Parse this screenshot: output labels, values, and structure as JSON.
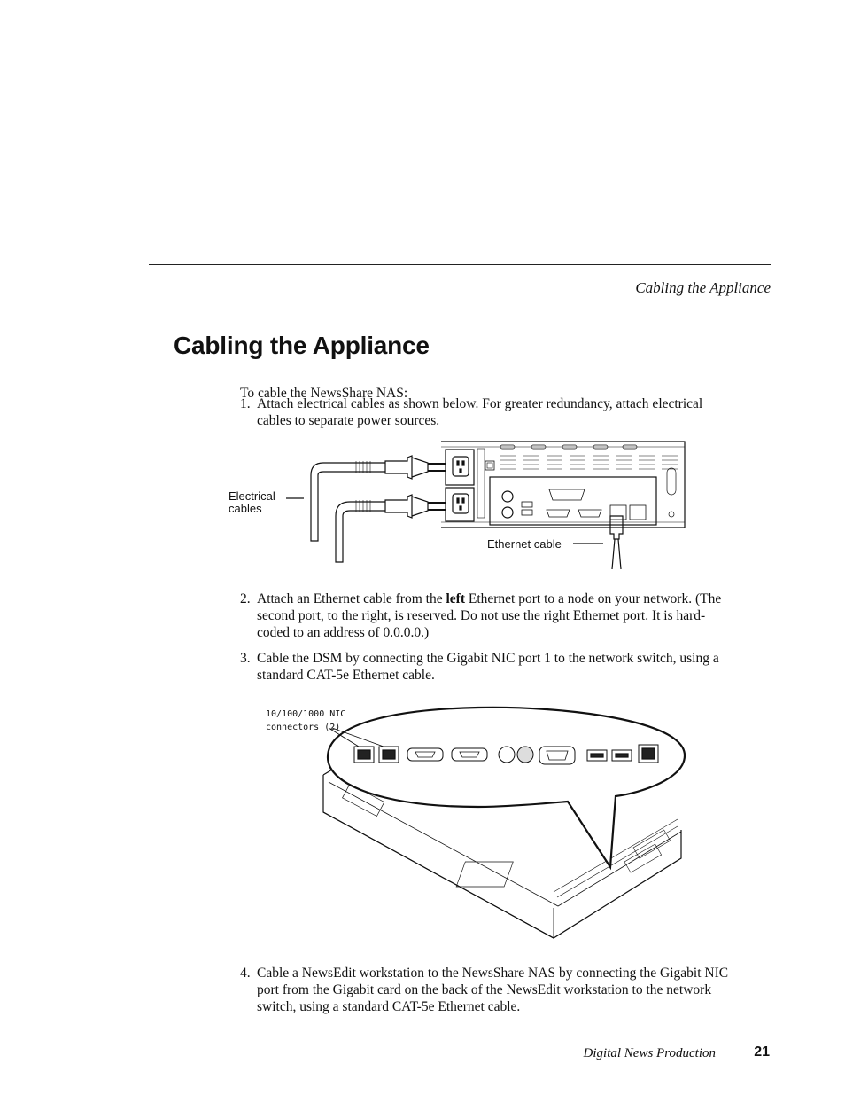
{
  "header": {
    "running_title": "Cabling the Appliance"
  },
  "section": {
    "title": "Cabling the Appliance"
  },
  "intro": "To cable the NewsShare NAS:",
  "steps": [
    {
      "number": "1.",
      "text": "Attach electrical cables as shown below. For greater redundancy, attach electrical cables to separate power sources."
    },
    {
      "number": "2.",
      "before": "Attach an Ethernet cable from the ",
      "bold": "left",
      "after": " Ethernet port to a node on your network. (The second port, to the right, is reserved. Do not use the right Ethernet port. It is hard-coded to an address of 0.0.0.0.)"
    },
    {
      "number": "3.",
      "text": "Cable the DSM by connecting the Gigabit NIC port 1 to the network switch, using a standard CAT-5e Ethernet cable."
    },
    {
      "number": "4.",
      "text": "Cable a NewsEdit workstation to the NewsShare NAS by connecting the Gigabit NIC port from the Gigabit card on the back of the NewsEdit workstation to the network switch, using a standard CAT-5e Ethernet cable."
    }
  ],
  "figure1": {
    "label_electrical_1": "Electrical",
    "label_electrical_2": "cables",
    "label_ethernet": "Ethernet cable"
  },
  "figure2": {
    "label_nic_1": "10/100/1000 NIC",
    "label_nic_2": "connectors (2)"
  },
  "footer": {
    "title": "Digital News Production",
    "page_number": "21"
  }
}
